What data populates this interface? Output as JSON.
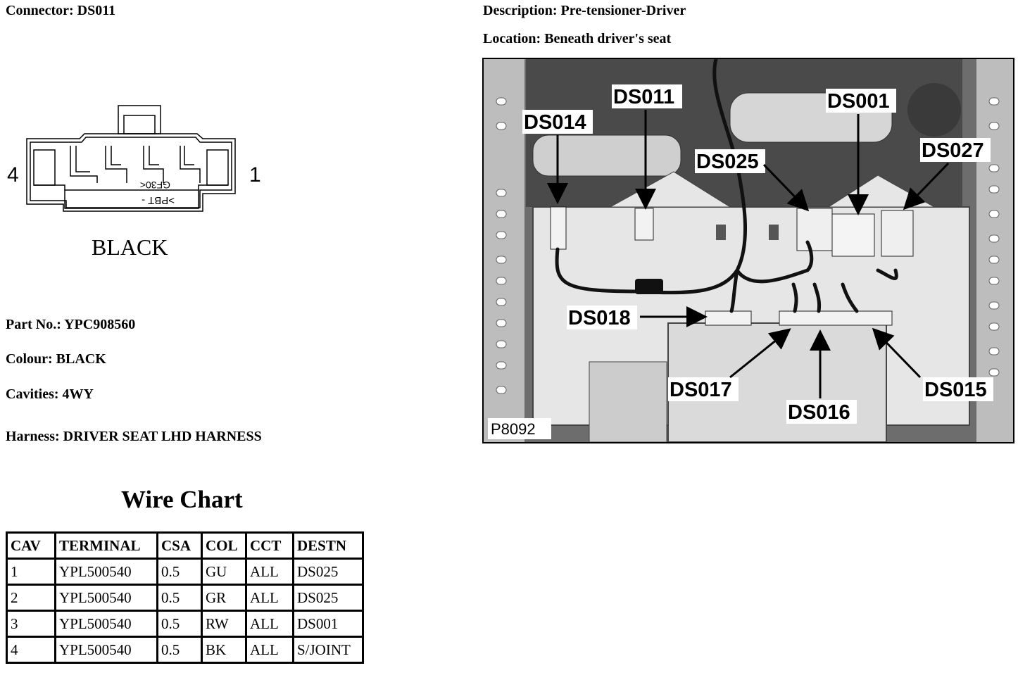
{
  "connector": "Connector: DS011",
  "description": "Description: Pre-tensioner-Driver",
  "location": "Location: Beneath driver's seat",
  "diagram": {
    "pin_left": "4",
    "pin_right": "1",
    "colour_label": "BLACK",
    "mould_text_1": ">PBT -",
    "mould_text_2": "GF30<"
  },
  "part_no": "Part No.: YPC908560",
  "colour": "Colour: BLACK",
  "cavities": "Cavities: 4WY",
  "harness": "Harness: DRIVER SEAT LHD HARNESS",
  "wire_chart": {
    "title": "Wire Chart",
    "headers": [
      "CAV",
      "TERMINAL",
      "CSA",
      "COL",
      "CCT",
      "DESTN"
    ],
    "rows": [
      [
        "1",
        "YPL500540",
        "0.5",
        "GU",
        "ALL",
        "DS025"
      ],
      [
        "2",
        "YPL500540",
        "0.5",
        "GR",
        "ALL",
        "DS025"
      ],
      [
        "3",
        "YPL500540",
        "0.5",
        "RW",
        "ALL",
        "DS001"
      ],
      [
        "4",
        "YPL500540",
        "0.5",
        "BK",
        "ALL",
        "S/JOINT"
      ]
    ]
  },
  "photo": {
    "labels": [
      "DS011",
      "DS001",
      "DS014",
      "DS025",
      "DS027",
      "DS018",
      "DS017",
      "DS016",
      "DS015"
    ],
    "plate_no": "P8092"
  }
}
